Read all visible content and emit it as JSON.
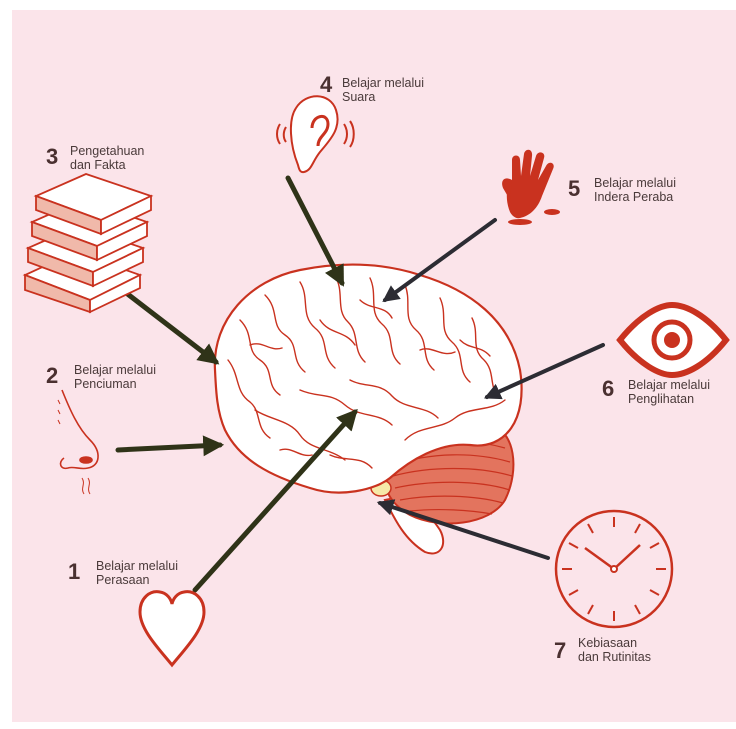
{
  "items": [
    {
      "num": "1",
      "line1": "Belajar melalui",
      "line2": "Perasaan",
      "icon": "heart-icon"
    },
    {
      "num": "2",
      "line1": "Belajar melalui",
      "line2": "Penciuman",
      "icon": "nose-icon"
    },
    {
      "num": "3",
      "line1": "Pengetahuan",
      "line2": "dan Fakta",
      "icon": "books-icon"
    },
    {
      "num": "4",
      "line1": "Belajar melalui",
      "line2": "Suara",
      "icon": "ear-icon"
    },
    {
      "num": "5",
      "line1": "Belajar melalui",
      "line2": "Indera Peraba",
      "icon": "hand-icon"
    },
    {
      "num": "6",
      "line1": "Belajar melalui",
      "line2": "Penglihatan",
      "icon": "eye-icon"
    },
    {
      "num": "7",
      "line1": "Kebiasaan",
      "line2": "dan Rutinitas",
      "icon": "clock-icon"
    }
  ],
  "colors": {
    "accent": "#c9321f",
    "arrow_dark": "#2f3318",
    "arrow_gray": "#2c2c33",
    "background": "#fbe4ea"
  }
}
